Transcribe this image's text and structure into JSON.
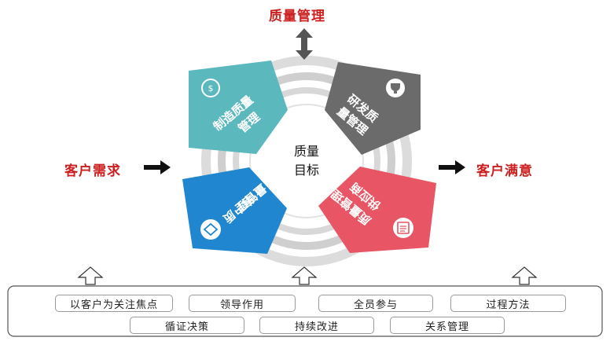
{
  "top_label": "质量管理",
  "left_label": "客户需求",
  "right_label": "客户满意",
  "center_label": [
    "质量",
    "目标"
  ],
  "segments": [
    {
      "label": [
        "制造质量",
        "管理"
      ],
      "color": "#5bb9bd",
      "icon": "lightbulb-icon"
    },
    {
      "label": [
        "研发质",
        "量管理"
      ],
      "color": "#6b6b6b",
      "icon": "trophy-icon"
    },
    {
      "label": [
        "客户质",
        "量管理"
      ],
      "color": "#1f86cf",
      "icon": "diamond-icon"
    },
    {
      "label": [
        "供应商",
        "质量管理"
      ],
      "color": "#e85565",
      "icon": "document-icon"
    }
  ],
  "principles_row1": [
    "以客户为关注焦点",
    "领导作用",
    "全员参与",
    "过程方法"
  ],
  "principles_row2": [
    "循证决策",
    "持续改进",
    "关系管理"
  ]
}
